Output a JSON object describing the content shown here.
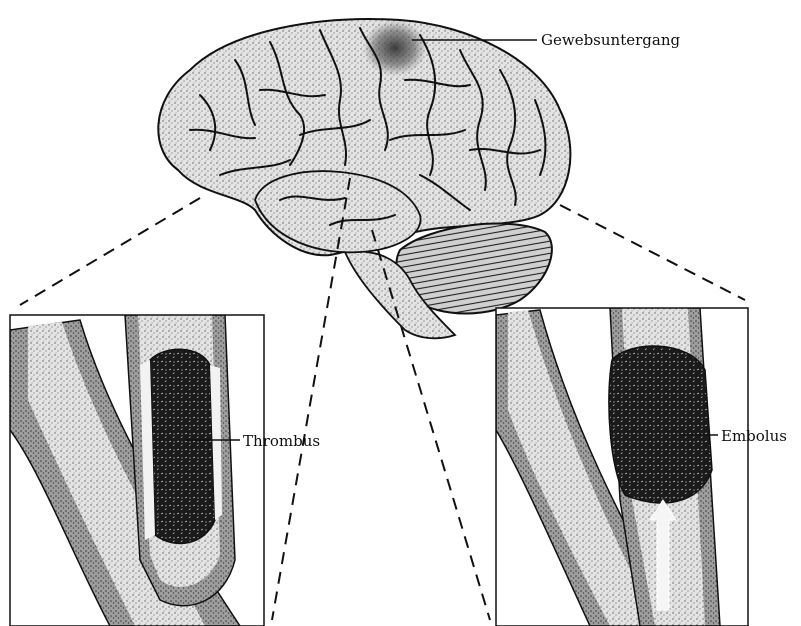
{
  "labels": {
    "tissue_death": "Gewebsuntergang",
    "thrombus": "Thrombus",
    "embolus": "Embolus"
  },
  "colors": {
    "ink": "#111111",
    "vessel_wall": "#9a9a9a",
    "vessel_lumen": "#d7d7d7",
    "clot": "#1e1e1e",
    "background": "#ffffff"
  }
}
